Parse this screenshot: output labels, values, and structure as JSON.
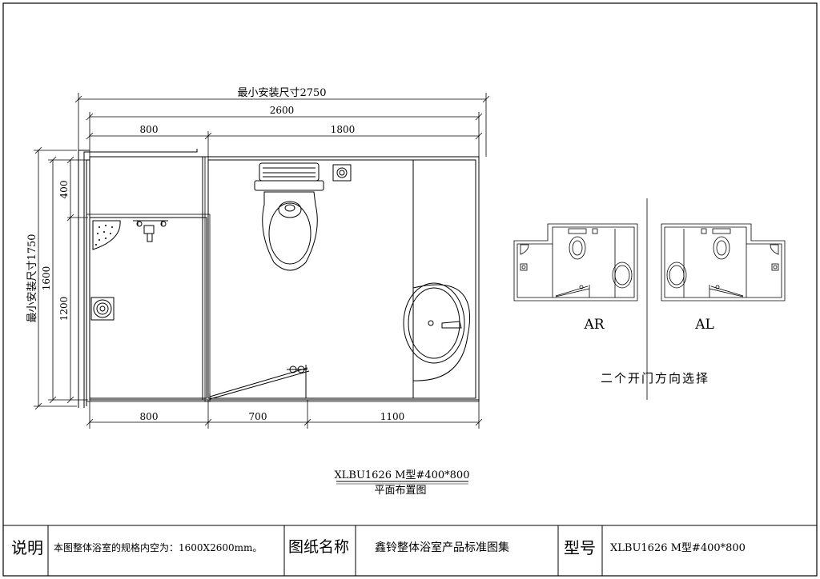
{
  "plan": {
    "dim_total_width": "最小安装尺寸2750",
    "dim_inner_width": "2600",
    "dim_top_left": "800",
    "dim_top_right": "1800",
    "dim_total_height": "最小安装尺寸1750",
    "dim_inner_height": "1600",
    "dim_left_upper": "400",
    "dim_left_lower": "1200",
    "dim_bottom_left": "800",
    "dim_bottom_mid": "700",
    "dim_bottom_right": "1100"
  },
  "variants": {
    "right_label": "AR",
    "left_label": "AL",
    "caption": "二个开门方向选择"
  },
  "caption": {
    "model": "XLBU1626 M型#400*800",
    "title": "平面布置图"
  },
  "title_block": {
    "note_label": "说明",
    "note_text": "本图整体浴室的规格内空为：1600X2600mm。",
    "name_label": "图纸名称",
    "name_value": "鑫铃整体浴室产品标准图集",
    "model_label": "型号",
    "model_value": "XLBU1626 M型#400*800"
  }
}
